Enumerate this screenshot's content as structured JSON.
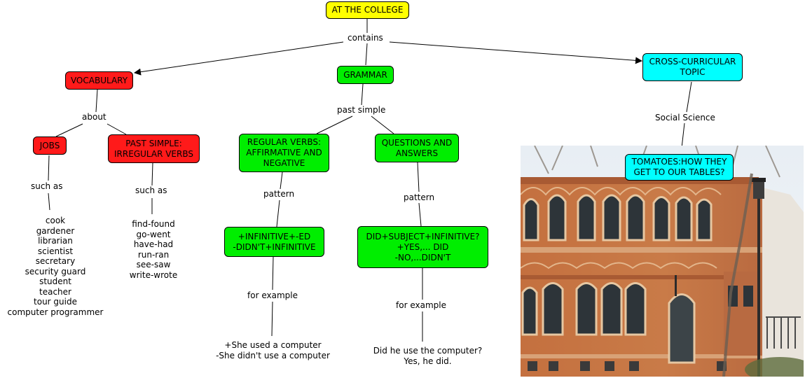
{
  "nodes": {
    "root": "AT THE COLLEGE",
    "vocabulary": "VOCABULARY",
    "grammar": "GRAMMAR",
    "cross": "CROSS-CURRICULAR\nTOPIC",
    "jobs": "JOBS",
    "irregular": "PAST SIMPLE:\nIRREGULAR VERBS",
    "regular": "REGULAR VERBS:\nAFFIRMATIVE AND\nNEGATIVE",
    "questions": "QUESTIONS AND\nANSWERS",
    "pattern_reg": "+INFINITIVE+-ED\n-DIDN'T+INFINITIVE",
    "pattern_q": "DID+SUBJECT+INFINITIVE?\n+YES,...  DID\n-NO,...DIDN'T",
    "tomatoes": "TOMATOES:HOW THEY\nGET TO OUR  TABLES?"
  },
  "labels": {
    "contains": "contains",
    "about": "about",
    "past_simple": "past simple",
    "social_science": "Social Science",
    "such_as_jobs": "such as",
    "such_as_verbs": "such as",
    "pattern_reg": "pattern",
    "pattern_q": "pattern",
    "for_example_reg": "for example",
    "for_example_q": "for example"
  },
  "texts": {
    "jobs_list": "cook\ngardener\nlibrarian\nscientist\nsecretary\nsecurity guard\nstudent\nteacher\ntour guide\ncomputer programmer",
    "verbs_list": "find-found\ngo-went\nhave-had\nrun-ran\nsee-saw\nwrite-wrote",
    "example_reg": "+She used a computer\n-She didn't use a computer",
    "example_q": "Did he use the computer?\nYes, he did."
  },
  "colors": {
    "red": "#ff1a1a",
    "yellow": "#ffff00",
    "green": "#00ee00",
    "cyan": "#00ffff"
  },
  "image": "college building photo"
}
